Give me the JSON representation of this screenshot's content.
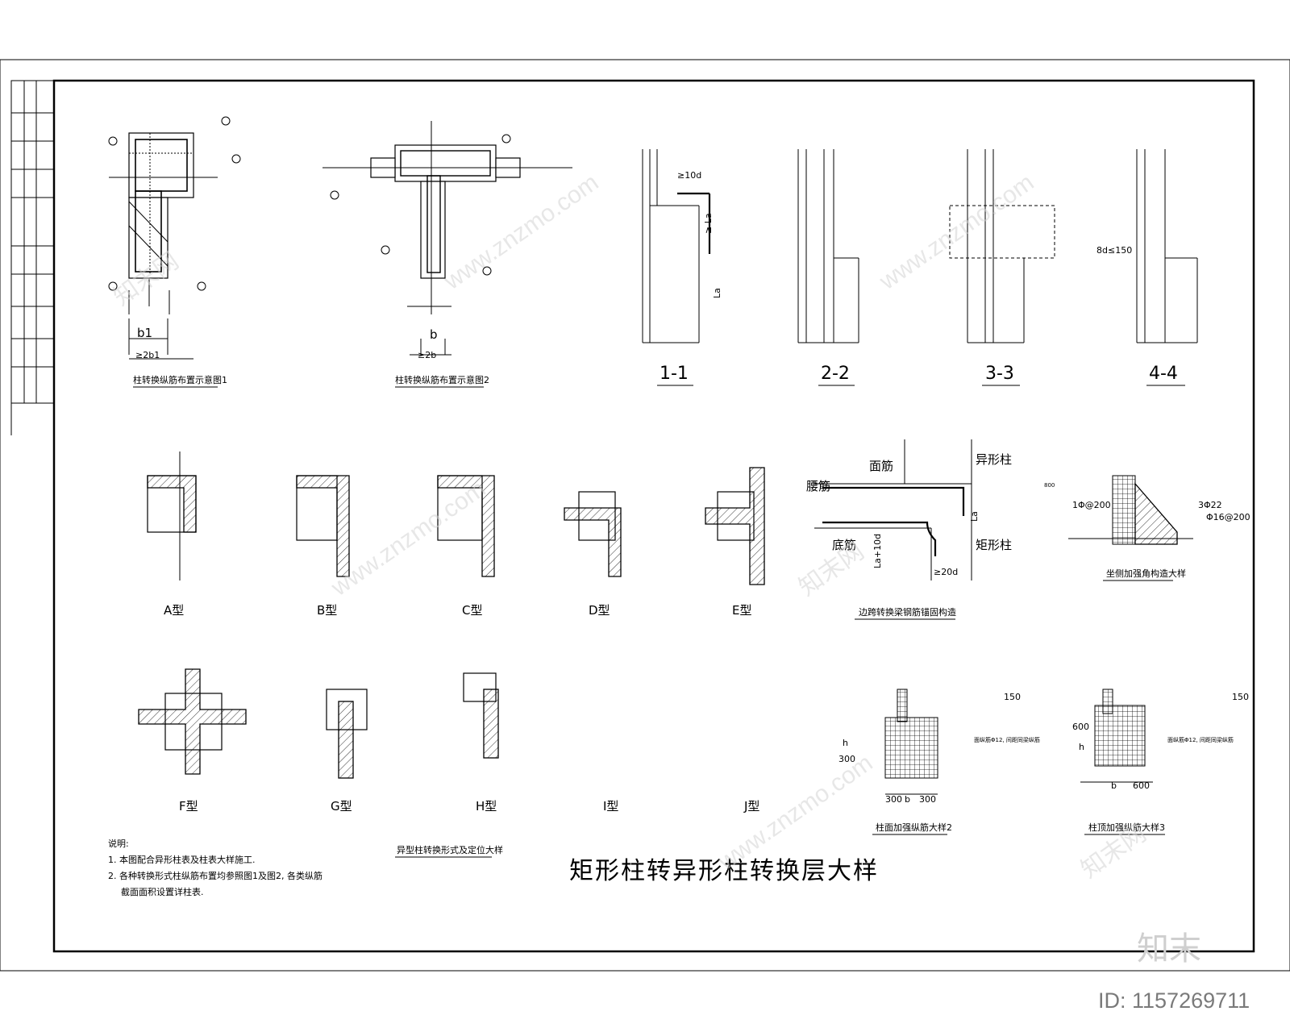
{
  "sheet": {
    "main_title": "矩形柱转异形柱转换层大样",
    "notes": {
      "heading": "说明:",
      "line1": "1. 本图配合异形柱表及柱表大样施工.",
      "line2": "2. 各种转换形式柱纵筋布置均参照图1及图2, 各类纵筋",
      "line3": "截面面积设置详柱表."
    }
  },
  "layout_plans": {
    "plan1": {
      "caption": "柱转换纵筋布置示意图1",
      "dim_b": "b1",
      "dim_w": "≥2b1"
    },
    "plan2": {
      "caption": "柱转换纵筋布置示意图2",
      "dim_b": "b",
      "dim_w": "≥2b"
    }
  },
  "sections": {
    "s1": "1-1",
    "s2": "2-2",
    "s3": "3-3",
    "s4": "4-4",
    "dim_10d": "≥10d",
    "dim_la": "≥ La",
    "dim_la2": "La",
    "dim_8d150": "8d≤150"
  },
  "types": {
    "A": "A型",
    "B": "B型",
    "C": "C型",
    "D": "D型",
    "E": "E型",
    "F": "F型",
    "G": "G型",
    "H": "H型",
    "I": "I型",
    "J": "J型",
    "caption": "异型柱转换形式及定位大样"
  },
  "edge_detail": {
    "top_bar": "面筋",
    "waist_bar": "腰筋",
    "bottom_bar": "底筋",
    "special_col": "异形柱",
    "rect_col": "矩形柱",
    "dim_la": "La",
    "dim_lat": "La+10d",
    "dim_20d": "≥20d",
    "caption": "边跨转换梁钢筋锚固构造"
  },
  "corner_detail": {
    "caption": "坐侧加强角构造大样",
    "label_a": "800",
    "label_b": "1Φ@200",
    "label_c": "3Φ22",
    "label_d": "Φ16@200"
  },
  "detail2": {
    "caption": "柱面加强纵筋大样2",
    "dims": [
      "300",
      "b",
      "300"
    ],
    "side_dim": "300",
    "h": "h",
    "r1": "150",
    "note": "面纵筋Φ12, 间距同梁纵筋"
  },
  "detail3": {
    "caption": "柱顶加强纵筋大样3",
    "dims": [
      "b",
      "600"
    ],
    "side_dim": "600",
    "h": "h",
    "r1": "150",
    "note": "面纵筋Φ12, 间距同梁纵筋"
  },
  "watermarks": [
    "www.znzmo.com",
    "知末网"
  ],
  "brand": {
    "logo": "知末",
    "id_text": "ID: 1157269711"
  }
}
